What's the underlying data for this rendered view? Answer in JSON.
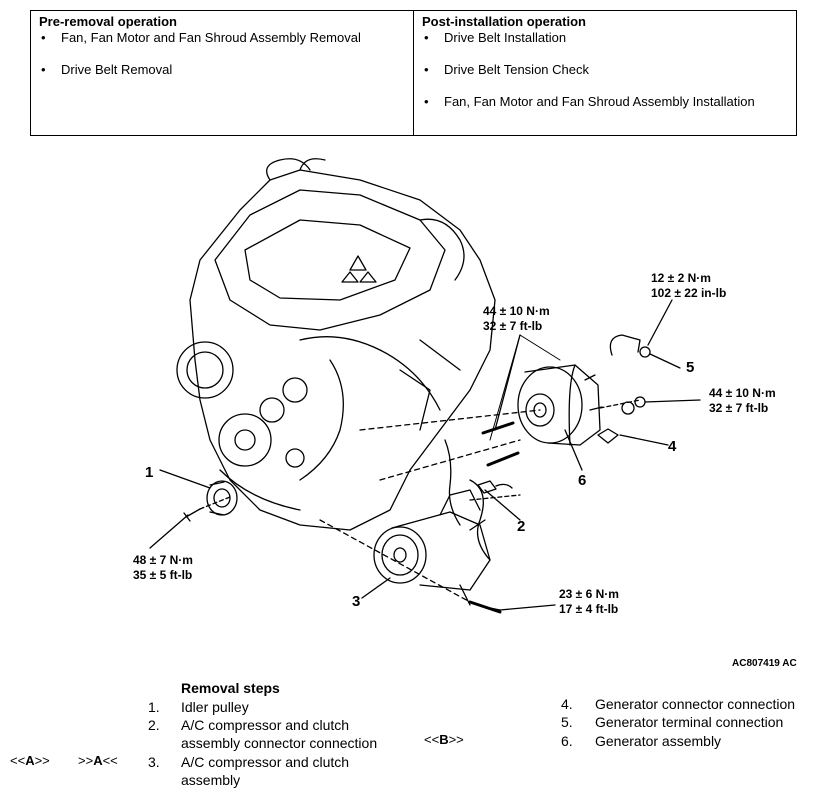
{
  "ops_table": {
    "pre": {
      "heading": "Pre-removal operation",
      "items": [
        "Fan, Fan Motor and Fan Shroud Assembly Removal",
        "Drive Belt Removal"
      ]
    },
    "post": {
      "heading": "Post-installation operation",
      "items": [
        "Drive Belt Installation",
        "Drive Belt Tension Check",
        "Fan, Fan Motor and Fan Shroud Assembly Installation"
      ]
    }
  },
  "figure": {
    "torques": {
      "t1": [
        "12 ± 2 N·m",
        "102 ± 22 in-lb"
      ],
      "t2": [
        "44 ± 10 N·m",
        "32 ± 7 ft-lb"
      ],
      "t3": [
        "44 ± 10 N·m",
        "32 ± 7 ft-lb"
      ],
      "t4": [
        "48 ± 7 N·m",
        "35 ± 5 ft-lb"
      ],
      "t5": [
        "23 ± 6 N·m",
        "17 ± 4 ft-lb"
      ]
    },
    "callouts": [
      "1",
      "2",
      "3",
      "4",
      "5",
      "6"
    ],
    "code": "AC807419 AC"
  },
  "steps": {
    "title": "Removal steps",
    "items": [
      {
        "num": "1.",
        "text": "Idler pulley"
      },
      {
        "num": "2.",
        "text": "A/C compressor and clutch assembly connector connection"
      },
      {
        "num": "3.",
        "text": "A/C compressor and clutch assembly"
      },
      {
        "num": "4.",
        "text": "Generator connector connection"
      },
      {
        "num": "5.",
        "text": "Generator terminal connection"
      },
      {
        "num": "6.",
        "text": "Generator assembly"
      }
    ],
    "marks": {
      "a_left": {
        "open": "<<",
        "letter": "A",
        "close": ">>"
      },
      "a_right": {
        "open": ">>",
        "letter": "A",
        "close": "<<"
      },
      "b": {
        "open": "<<",
        "letter": "B",
        "close": ">>"
      }
    }
  }
}
